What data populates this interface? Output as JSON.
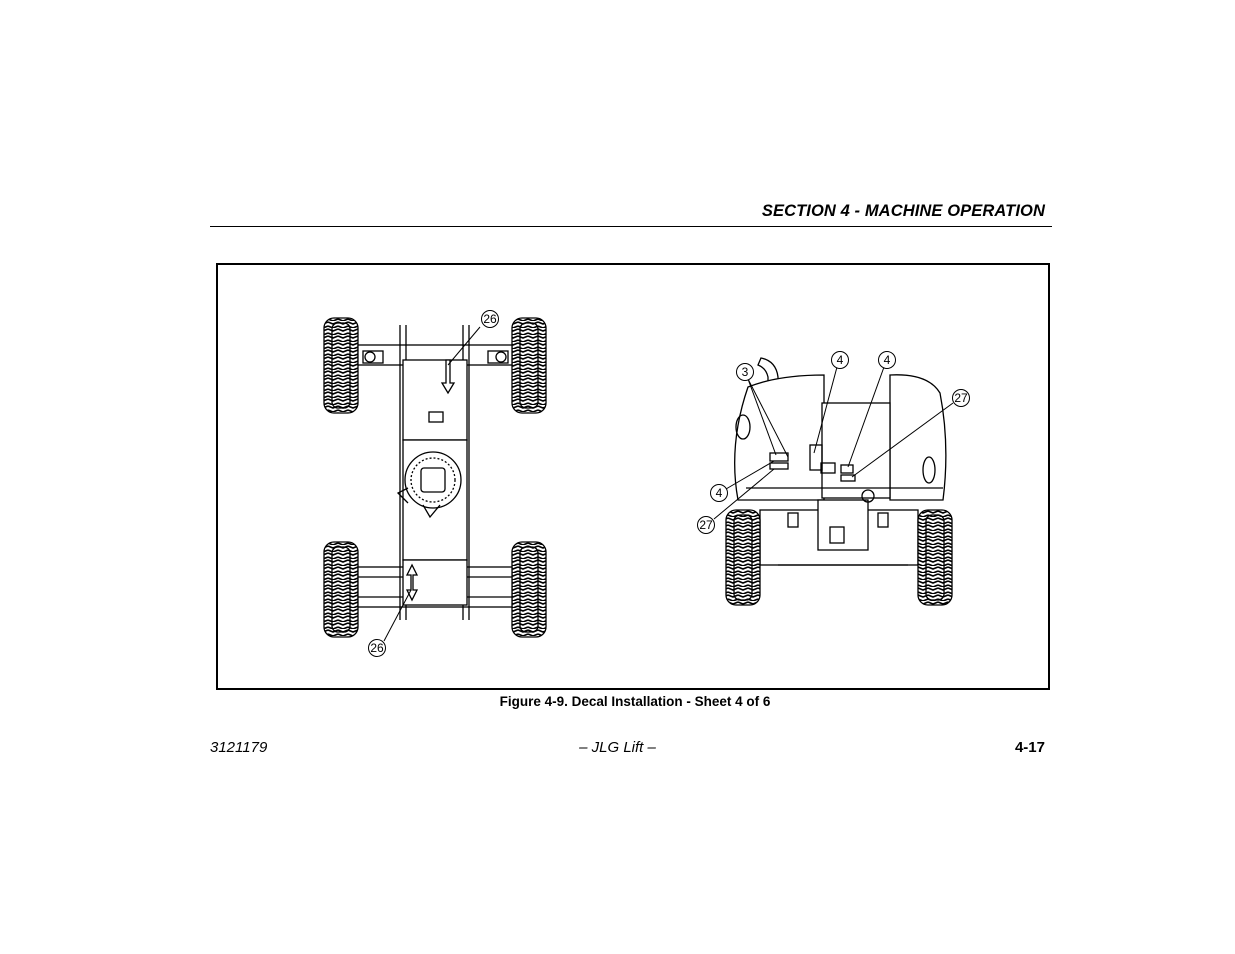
{
  "header": {
    "section_title": "SECTION 4 - MACHINE OPERATION"
  },
  "figure": {
    "caption": "Figure 4-9. Decal Installation - Sheet 4 of 6",
    "left_view_callouts": [
      "26",
      "26"
    ],
    "right_view_callouts": [
      "3",
      "4",
      "4",
      "27",
      "4",
      "27"
    ]
  },
  "footer": {
    "doc_number": "3121179",
    "center_text": "– JLG Lift –",
    "page_number": "4-17"
  }
}
